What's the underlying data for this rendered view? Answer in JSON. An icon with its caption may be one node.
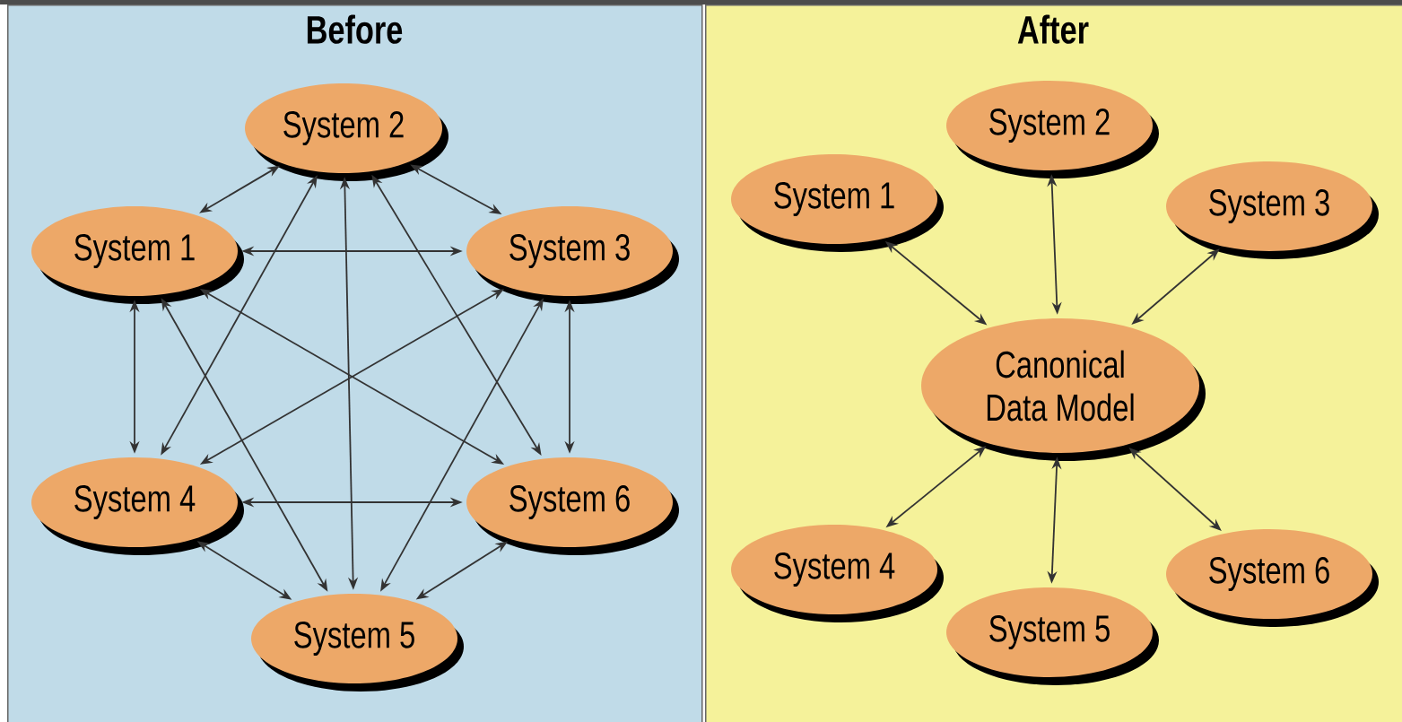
{
  "diagram": {
    "nodes": [
      {
        "text": [
          "Before"
        ]
      },
      {
        "text": [
          "System 2"
        ],
        "in": 0
      },
      {
        "text": [
          "System 1"
        ],
        "in": 0
      },
      {
        "text": [
          "System 3"
        ],
        "in": 0
      },
      {
        "text": [
          "System 4"
        ],
        "in": 0
      },
      {
        "text": [
          "System 6"
        ],
        "in": 0
      },
      {
        "text": [
          "System 5"
        ],
        "in": 0
      },
      {
        "text": [
          "After"
        ]
      },
      {
        "text": [
          "System 2"
        ],
        "in": 7
      },
      {
        "text": [
          "System 1"
        ],
        "in": 7
      },
      {
        "text": [
          "System 3"
        ],
        "in": 7
      },
      {
        "text": [
          "Canonical Data Model"
        ],
        "in": 7
      },
      {
        "text": [
          "System 4"
        ],
        "in": 7
      },
      {
        "text": [
          "System 5"
        ],
        "in": 7
      },
      {
        "text": [
          "System 6"
        ],
        "in": 7
      }
    ],
    "edges": [
      {
        "from": 2,
        "to": 1,
        "arrow": "both"
      },
      {
        "from": 1,
        "to": 3,
        "arrow": "both"
      },
      {
        "from": 2,
        "to": 3,
        "arrow": "both"
      },
      {
        "from": 2,
        "to": 4,
        "arrow": "both"
      },
      {
        "from": 3,
        "to": 5,
        "arrow": "both"
      },
      {
        "from": 4,
        "to": 5,
        "arrow": "both"
      },
      {
        "from": 4,
        "to": 6,
        "arrow": "both"
      },
      {
        "from": 5,
        "to": 6,
        "arrow": "both"
      },
      {
        "from": 1,
        "to": 6,
        "arrow": "both"
      },
      {
        "from": 1,
        "to": 4,
        "arrow": "both"
      },
      {
        "from": 1,
        "to": 5,
        "arrow": "both"
      },
      {
        "from": 2,
        "to": 5,
        "arrow": "both"
      },
      {
        "from": 2,
        "to": 6,
        "arrow": "both"
      },
      {
        "from": 3,
        "to": 4,
        "arrow": "both"
      },
      {
        "from": 3,
        "to": 6,
        "arrow": "both"
      },
      {
        "from": 9,
        "to": 11,
        "arrow": "both"
      },
      {
        "from": 8,
        "to": 11,
        "arrow": "both"
      },
      {
        "from": 10,
        "to": 11,
        "arrow": "both"
      },
      {
        "from": 11,
        "to": 12,
        "arrow": "both"
      },
      {
        "from": 11,
        "to": 13,
        "arrow": "both"
      },
      {
        "from": 11,
        "to": 14,
        "arrow": "both"
      }
    ]
  }
}
